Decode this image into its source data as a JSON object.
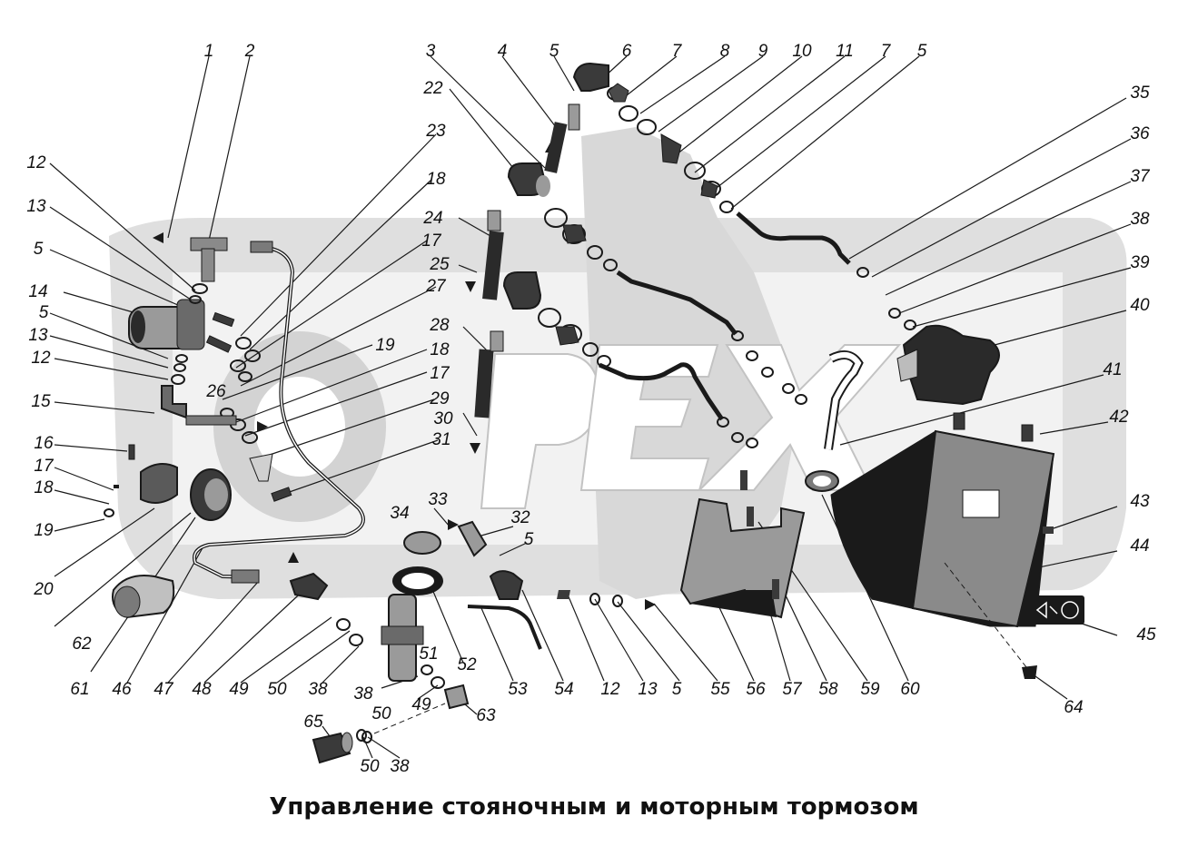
{
  "caption": "Управление стояночным и моторным тормозом",
  "watermark": {
    "text": "OPEX",
    "color": "#d2d2d2"
  },
  "colors": {
    "line": "#1a1a1a",
    "part_dark": "#2a2a2a",
    "part_mid": "#7a7a7a",
    "part_light": "#bcbcbc"
  },
  "callouts": [
    "1",
    "2",
    "3",
    "4",
    "5",
    "6",
    "7",
    "8",
    "9",
    "10",
    "11",
    "7",
    "5",
    "35",
    "22",
    "23",
    "36",
    "37",
    "12",
    "18",
    "24",
    "38",
    "13",
    "17",
    "25",
    "39",
    "5",
    "27",
    "14",
    "28",
    "40",
    "5",
    "19",
    "13",
    "18",
    "41",
    "12",
    "17",
    "26",
    "29",
    "15",
    "30",
    "42",
    "16",
    "31",
    "17",
    "33",
    "32",
    "18",
    "34",
    "5",
    "43",
    "19",
    "44",
    "20",
    "62",
    "45",
    "61",
    "46",
    "47",
    "48",
    "49",
    "50",
    "38",
    "51",
    "52",
    "53",
    "54",
    "12",
    "13",
    "5",
    "55",
    "56",
    "57",
    "58",
    "59",
    "60",
    "38",
    "50",
    "49",
    "63",
    "64",
    "65",
    "50",
    "38"
  ]
}
